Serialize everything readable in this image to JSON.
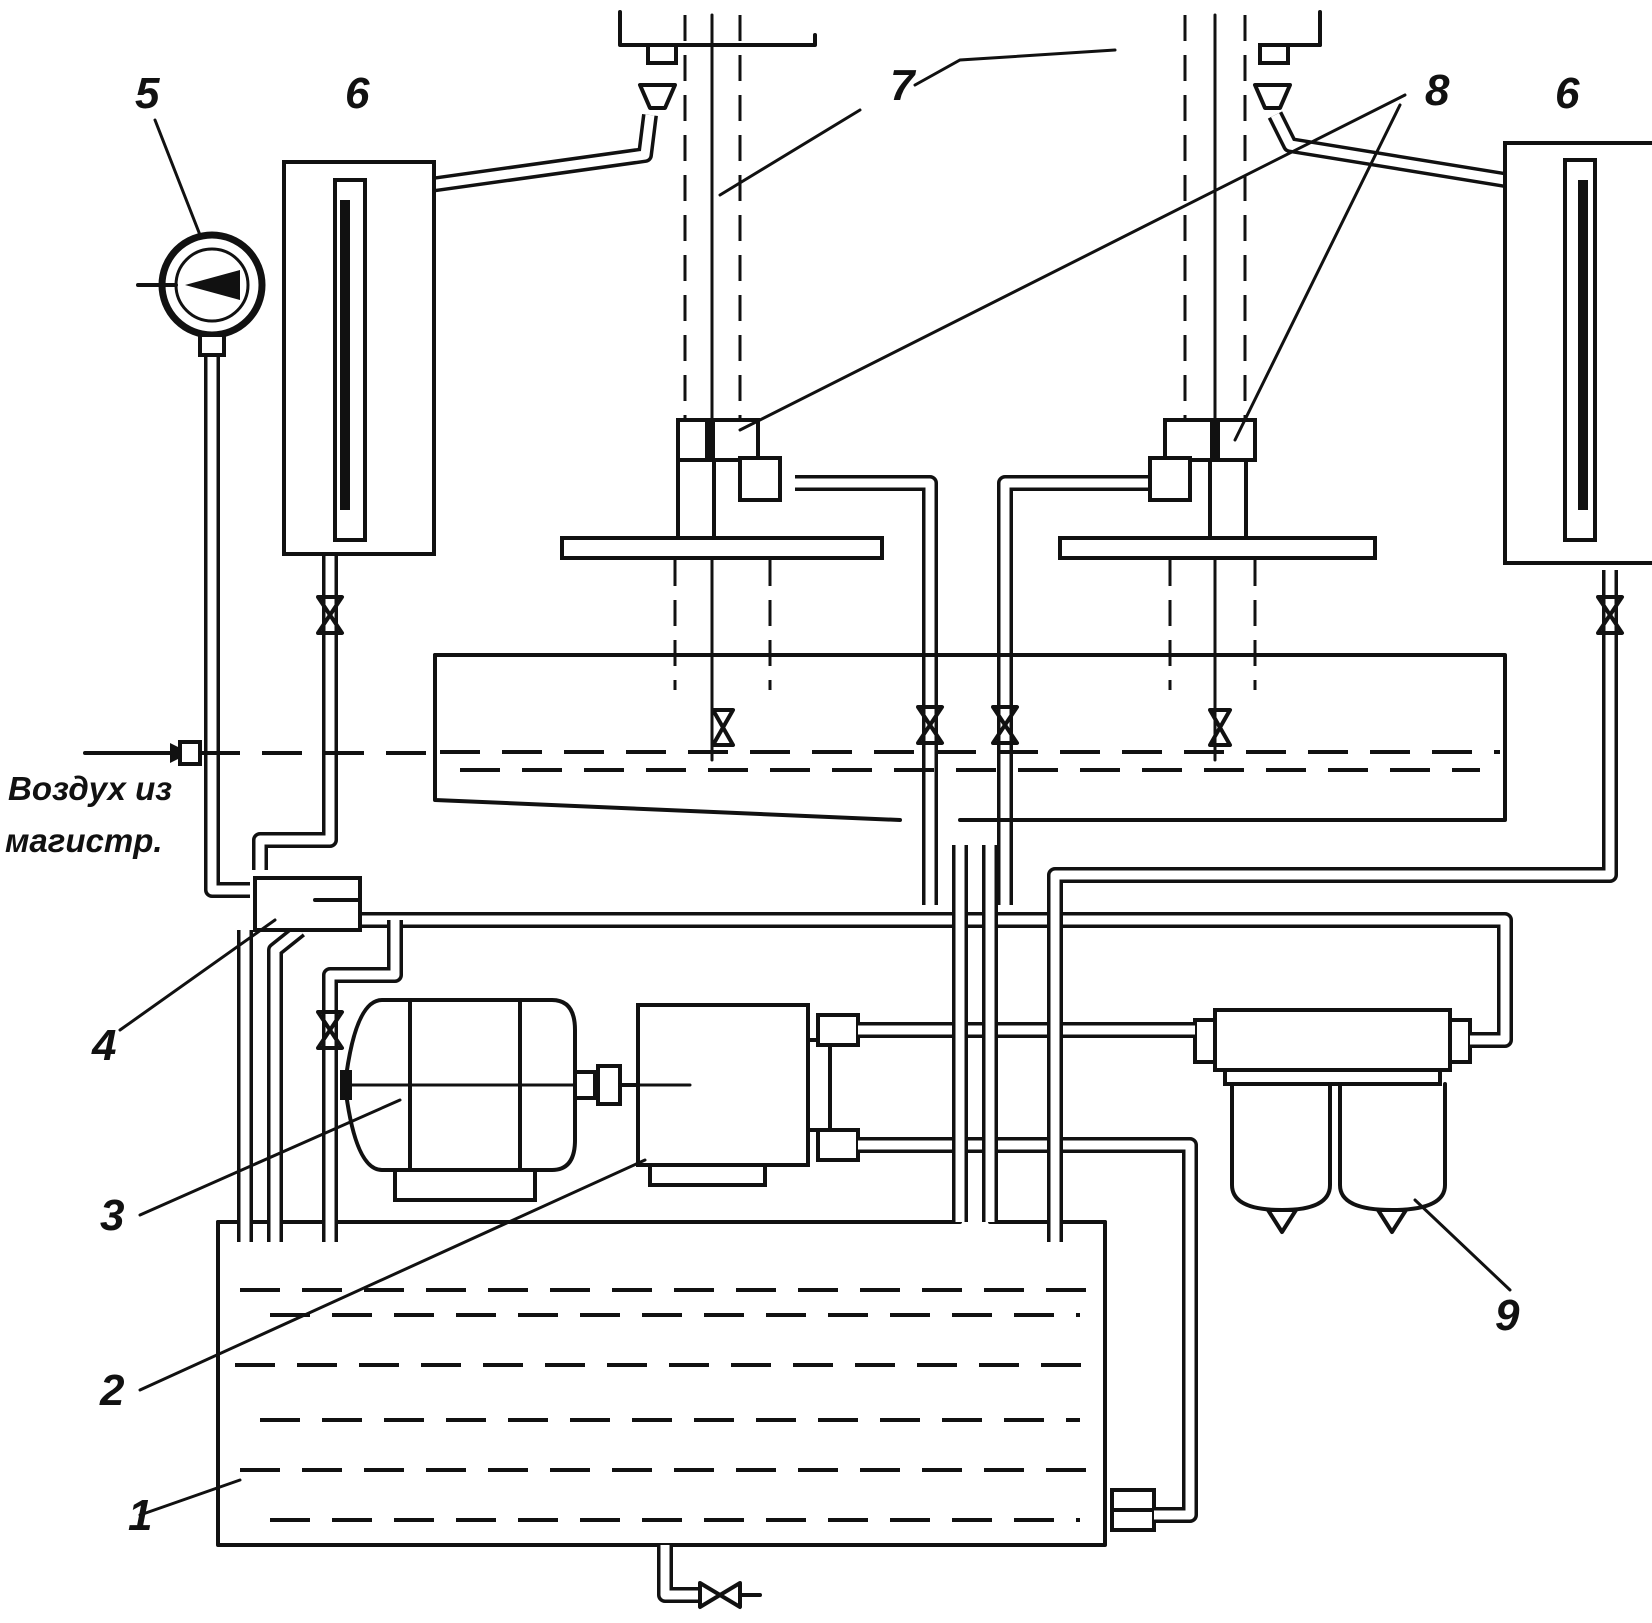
{
  "diagram": {
    "labels": {
      "tank": "1",
      "pump": "2",
      "motor": "3",
      "relay": "4",
      "gauge": "5",
      "rotameter": "6",
      "spindle": "7",
      "nozzle": "8",
      "filter": "9"
    },
    "air_caption_line1": "Воздух из",
    "air_caption_line2": "магистр."
  }
}
